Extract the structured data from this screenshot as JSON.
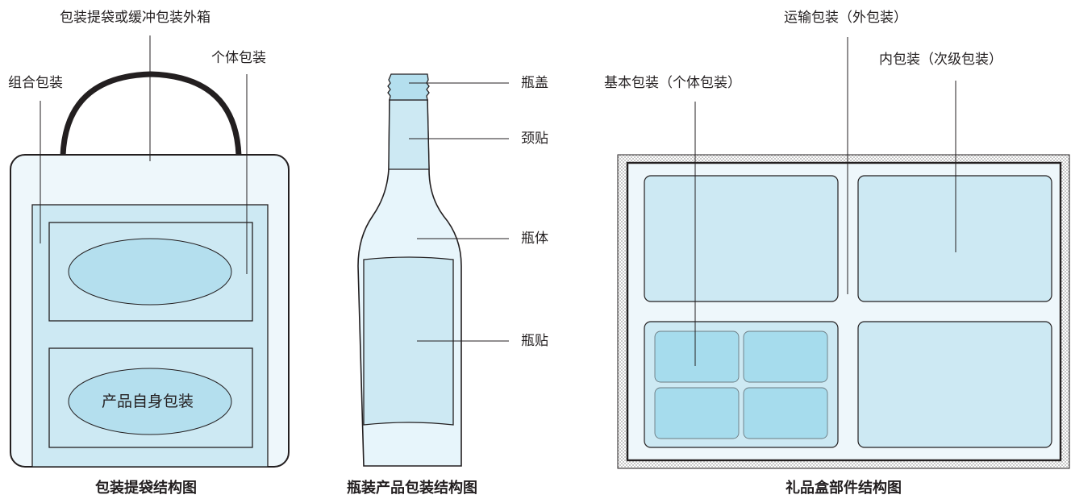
{
  "bag": {
    "caption": "包装提袋结构图",
    "label_outer": "包装提袋或缓冲包装外箱",
    "label_combo": "组合包装",
    "label_single": "个体包装",
    "label_product": "产品自身包装"
  },
  "bottle": {
    "caption": "瓶装产品包装结构图",
    "label_cap": "瓶盖",
    "label_neck": "颈贴",
    "label_body": "瓶体",
    "label_label": "瓶贴"
  },
  "giftbox": {
    "caption": "礼品盒部件结构图",
    "label_transport": "运输包装（外包装）",
    "label_inner": "内包装（次级包装）",
    "label_basic": "基本包装（个体包装）"
  },
  "colors": {
    "stroke": "#231f20",
    "fill_pale": "#eef7fb",
    "fill_light": "#cde9f3",
    "fill_mid": "#b4dfee",
    "fill_dark": "#a6dced"
  }
}
